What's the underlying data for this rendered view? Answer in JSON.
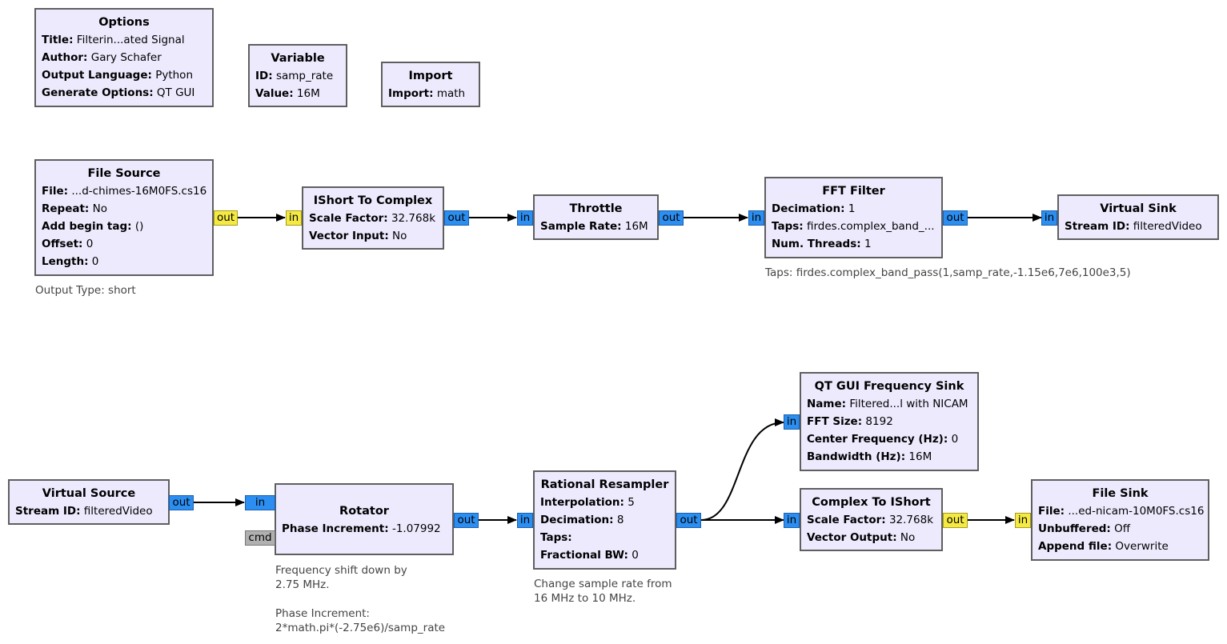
{
  "blocks": {
    "options": {
      "title": "Options",
      "rows": [
        {
          "k": "Title:",
          "v": "Filterin...ated Signal"
        },
        {
          "k": "Author:",
          "v": "Gary Schafer"
        },
        {
          "k": "Output Language:",
          "v": "Python"
        },
        {
          "k": "Generate Options:",
          "v": "QT GUI"
        }
      ]
    },
    "variable": {
      "title": "Variable",
      "rows": [
        {
          "k": "ID:",
          "v": "samp_rate"
        },
        {
          "k": "Value:",
          "v": "16M"
        }
      ]
    },
    "import": {
      "title": "Import",
      "rows": [
        {
          "k": "Import:",
          "v": "math"
        }
      ]
    },
    "file_source": {
      "title": "File Source",
      "rows": [
        {
          "k": "File:",
          "v": "...d-chimes-16M0FS.cs16"
        },
        {
          "k": "Repeat:",
          "v": "No"
        },
        {
          "k": "Add begin tag:",
          "v": "()"
        },
        {
          "k": "Offset:",
          "v": "0"
        },
        {
          "k": "Length:",
          "v": "0"
        }
      ]
    },
    "ishort_to_complex": {
      "title": "IShort To Complex",
      "rows": [
        {
          "k": "Scale Factor:",
          "v": "32.768k"
        },
        {
          "k": "Vector Input:",
          "v": "No"
        }
      ]
    },
    "throttle": {
      "title": "Throttle",
      "rows": [
        {
          "k": "Sample Rate:",
          "v": "16M"
        }
      ]
    },
    "fft_filter": {
      "title": "FFT Filter",
      "rows": [
        {
          "k": "Decimation:",
          "v": "1"
        },
        {
          "k": "Taps:",
          "v": "firdes.complex_band_..."
        },
        {
          "k": "Num. Threads:",
          "v": "1"
        }
      ]
    },
    "virtual_sink": {
      "title": "Virtual Sink",
      "rows": [
        {
          "k": "Stream ID:",
          "v": "filteredVideo"
        }
      ]
    },
    "virtual_source": {
      "title": "Virtual Source",
      "rows": [
        {
          "k": "Stream ID:",
          "v": "filteredVideo"
        }
      ]
    },
    "rotator": {
      "title": "Rotator",
      "rows": [
        {
          "k": "Phase Increment:",
          "v": "-1.07992"
        }
      ]
    },
    "rational_resampler": {
      "title": "Rational Resampler",
      "rows": [
        {
          "k": "Interpolation:",
          "v": "5"
        },
        {
          "k": "Decimation:",
          "v": "8"
        },
        {
          "k": "Taps:",
          "v": ""
        },
        {
          "k": "Fractional BW:",
          "v": "0"
        }
      ]
    },
    "qt_freq_sink": {
      "title": "QT GUI Frequency Sink",
      "rows": [
        {
          "k": "Name:",
          "v": "Filtered...l with NICAM"
        },
        {
          "k": "FFT Size:",
          "v": "8192"
        },
        {
          "k": "Center Frequency (Hz):",
          "v": "0"
        },
        {
          "k": "Bandwidth (Hz):",
          "v": "16M"
        }
      ]
    },
    "complex_to_ishort": {
      "title": "Complex To IShort",
      "rows": [
        {
          "k": "Scale Factor:",
          "v": "32.768k"
        },
        {
          "k": "Vector Output:",
          "v": "No"
        }
      ]
    },
    "file_sink": {
      "title": "File Sink",
      "rows": [
        {
          "k": "File:",
          "v": "...ed-nicam-10M0FS.cs16"
        },
        {
          "k": "Unbuffered:",
          "v": "Off"
        },
        {
          "k": "Append file:",
          "v": "Overwrite"
        }
      ]
    }
  },
  "ports": {
    "out": "out",
    "in": "in",
    "cmd": "cmd"
  },
  "comments": {
    "file_source": "Output Type: short",
    "fft_filter": "Taps: firdes.complex_band_pass(1,samp_rate,-1.15e6,7e6,100e3,5)",
    "rotator": "Frequency shift down by\n2.75 MHz.\n\nPhase Increment:\n2*math.pi*(-2.75e6)/samp_rate",
    "rational_resampler": "Change sample rate from\n16 MHz to 10 MHz."
  },
  "colors": {
    "block_fill": "#eeeafe",
    "block_border": "#5f5f5f",
    "complex_port": "#2b8ef0",
    "short_port": "#f5ea43",
    "message_port": "#b0b0b0"
  }
}
